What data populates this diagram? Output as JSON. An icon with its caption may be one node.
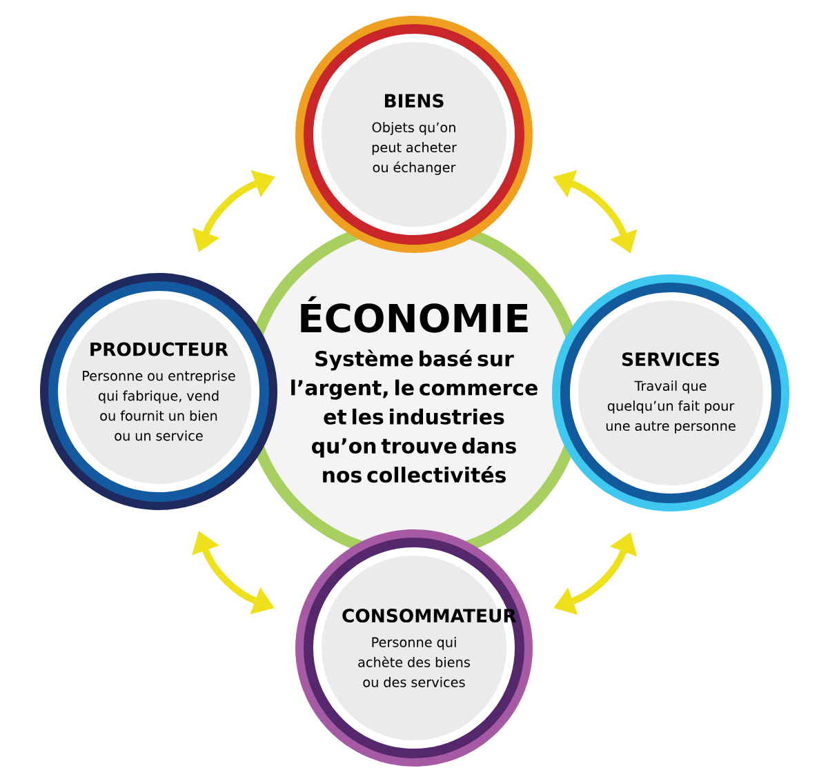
{
  "diagram": {
    "nodes": [
      {
        "text": [
          "ÉCONOMIE",
          "Système basé sur l’argent, le commerce et les industries qu’on trouve dans nos collectivités"
        ]
      },
      {
        "text": [
          "BIENS",
          "Objets qu’on peut acheter ou échanger"
        ]
      },
      {
        "text": [
          "SERVICES",
          "Travail que quelqu’un fait pour une autre personne"
        ]
      },
      {
        "text": [
          "CONSOMMATEUR",
          "Personne qui achète des biens ou des services"
        ]
      },
      {
        "text": [
          "PRODUCTEUR",
          "Personne ou entreprise qui fabrique, vend ou fournit un bien ou un service"
        ]
      }
    ],
    "edges": [
      {
        "from": 1,
        "to": 4,
        "arrow": "both"
      },
      {
        "from": 1,
        "to": 2,
        "arrow": "both"
      },
      {
        "from": 2,
        "to": 3,
        "arrow": "both"
      },
      {
        "from": 3,
        "to": 4,
        "arrow": "both"
      }
    ]
  }
}
